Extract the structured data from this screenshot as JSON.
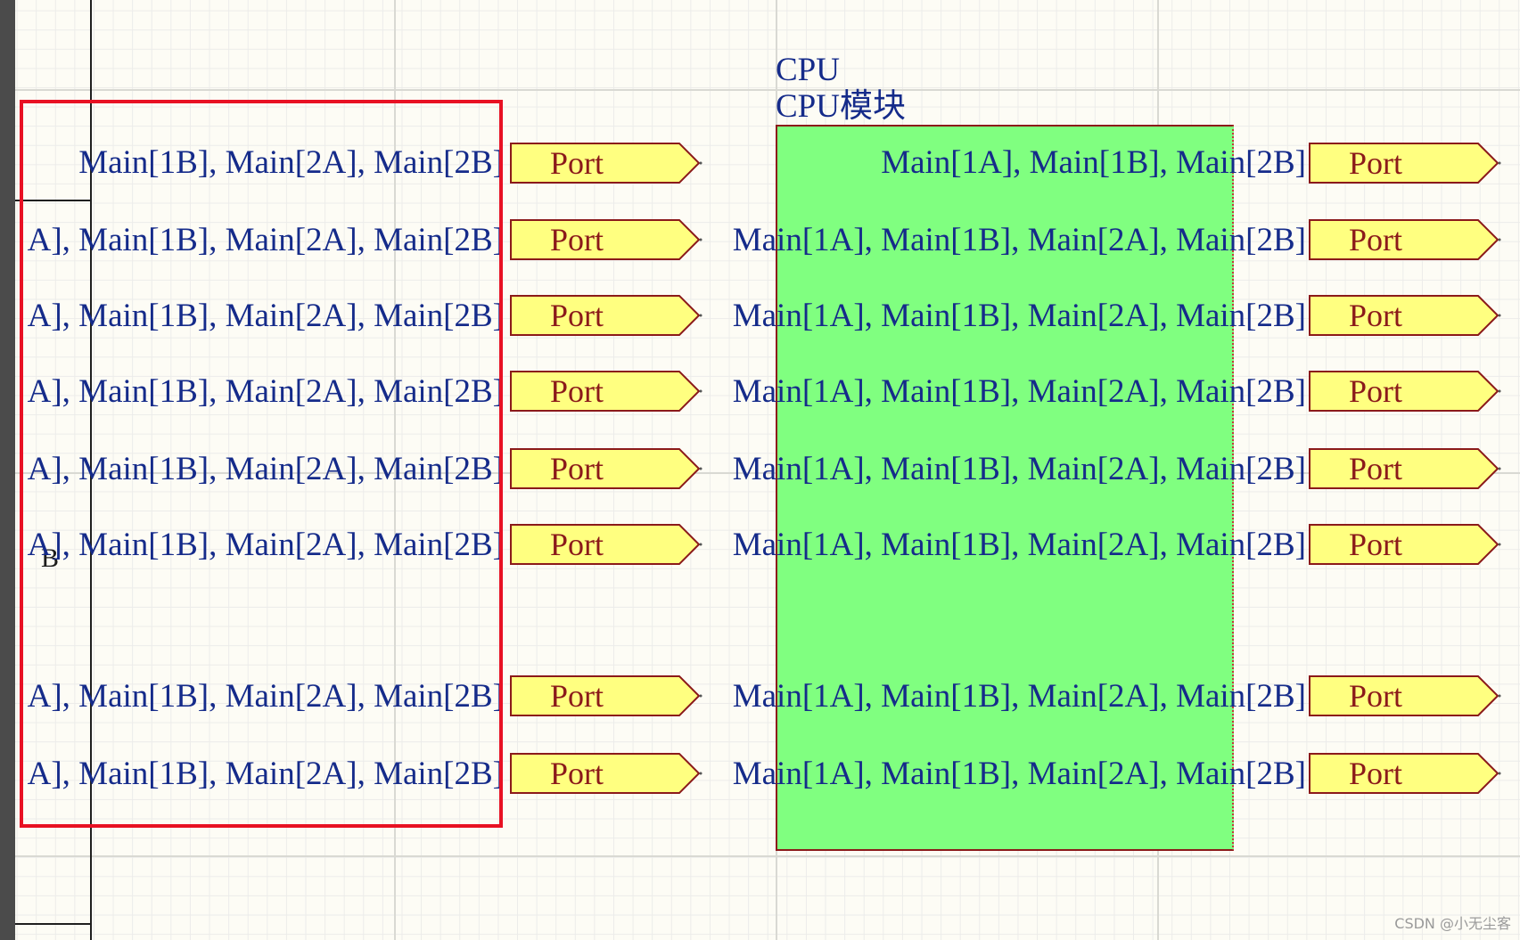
{
  "sheet_symbol": {
    "designator": "CPU",
    "filename": "CPU模块",
    "colors": {
      "fill": "#80ff80",
      "border": "#8b1a1a"
    }
  },
  "zone_label": "B",
  "left_labels": [
    "Main[1B], Main[2A], Main[2B]",
    "A], Main[1B], Main[2A], Main[2B]",
    "A], Main[1B], Main[2A], Main[2B]",
    "A], Main[1B], Main[2A], Main[2B]",
    "A], Main[1B], Main[2A], Main[2B]",
    "A], Main[1B], Main[2A], Main[2B]",
    "A], Main[1B], Main[2A], Main[2B]",
    "A], Main[1B], Main[2A], Main[2B]"
  ],
  "sheet_entry_labels": [
    "Main[1A], Main[1B], Main[2B]",
    "Main[1A], Main[1B], Main[2A], Main[2B]",
    "Main[1A], Main[1B], Main[2A], Main[2B]",
    "Main[1A], Main[1B], Main[2A], Main[2B]",
    "Main[1A], Main[1B], Main[2A], Main[2B]",
    "Main[1A], Main[1B], Main[2A], Main[2B]",
    "Main[1A], Main[1B], Main[2A], Main[2B]",
    "Main[1A], Main[1B], Main[2A], Main[2B]"
  ],
  "port_label": "Port",
  "port_colors": {
    "fill": "#ffff80",
    "border": "#8b1a1a",
    "text": "#8b1a1a"
  },
  "net_label_color": "#152b8a",
  "selection_color": "#e81123",
  "watermark": "CSDN @小无尘客"
}
